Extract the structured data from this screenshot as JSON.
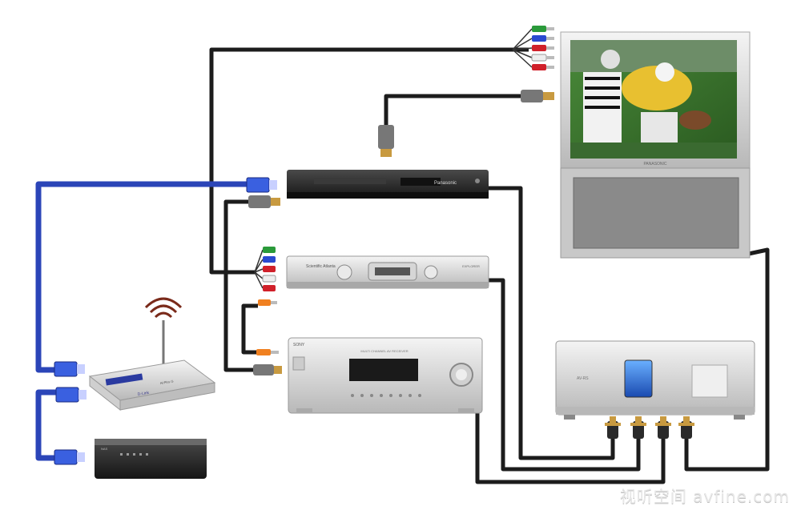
{
  "devices": {
    "tv_brand": "PANASONIC",
    "bluray_brand": "Panasonic",
    "bluray_sub": "",
    "stb_brand": "Scientific Atlanta",
    "stb_sub": "EXPLORER",
    "receiver_brand": "SONY",
    "receiver_sub": "MULTI CHANNEL AV RECEIVER",
    "router_brand": "D-Link",
    "router_sub": "AirPlus G",
    "nas_brand": "NAS",
    "subwoofer_amp_brand": "AV-RS"
  },
  "watermark": "视听空间 avfine.com",
  "colors": {
    "ethernet_cable": "#2b45b8",
    "black_cable": "#1c1c1c",
    "hdmi_plug": "#777777",
    "rca_red": "#d0202a",
    "rca_green": "#2a9a3a",
    "rca_blue": "#2a4ad0",
    "rca_white": "#eeeeee",
    "rca_orange": "#f08020",
    "rca_gold": "#c89a40",
    "chassis_silver": "#d8d8d8",
    "chassis_dark": "#2a2a2a"
  }
}
